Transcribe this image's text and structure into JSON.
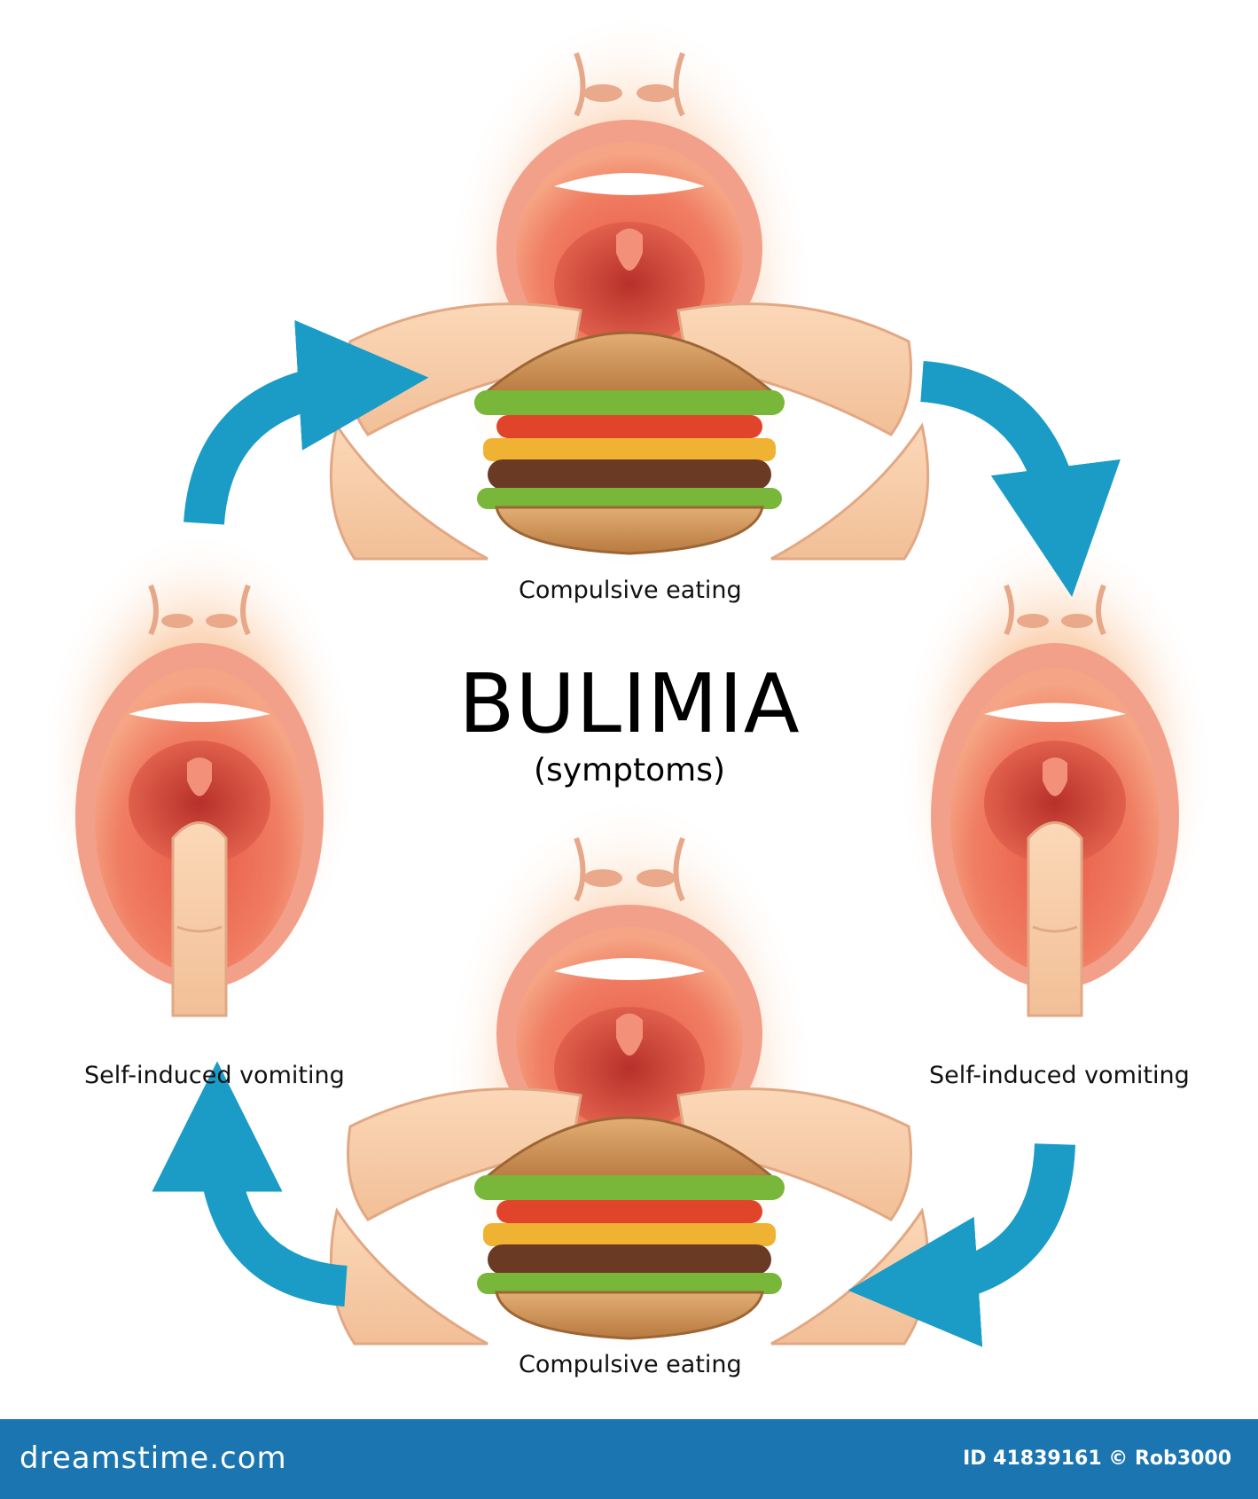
{
  "title": "BULIMIA",
  "subtitle": "(symptoms)",
  "stages": {
    "top": {
      "label": "Compulsive eating"
    },
    "left": {
      "label": "Self-induced vomiting"
    },
    "right": {
      "label": "Self-induced vomiting"
    },
    "bottom": {
      "label": "Compulsive eating"
    }
  },
  "footer": {
    "site": "dreamstime.com",
    "credit": "ID 41839161 © Rob3000"
  },
  "colors": {
    "arrow": "#1b9cc6",
    "footer": "#1a75b0",
    "skin": "#f6c9a3",
    "mouth": "#ef6e56",
    "bun": "#c98a4e",
    "lettuce": "#78b73a",
    "tomato": "#e0452b",
    "cheese": "#f0b233",
    "patty": "#6b3a25"
  }
}
